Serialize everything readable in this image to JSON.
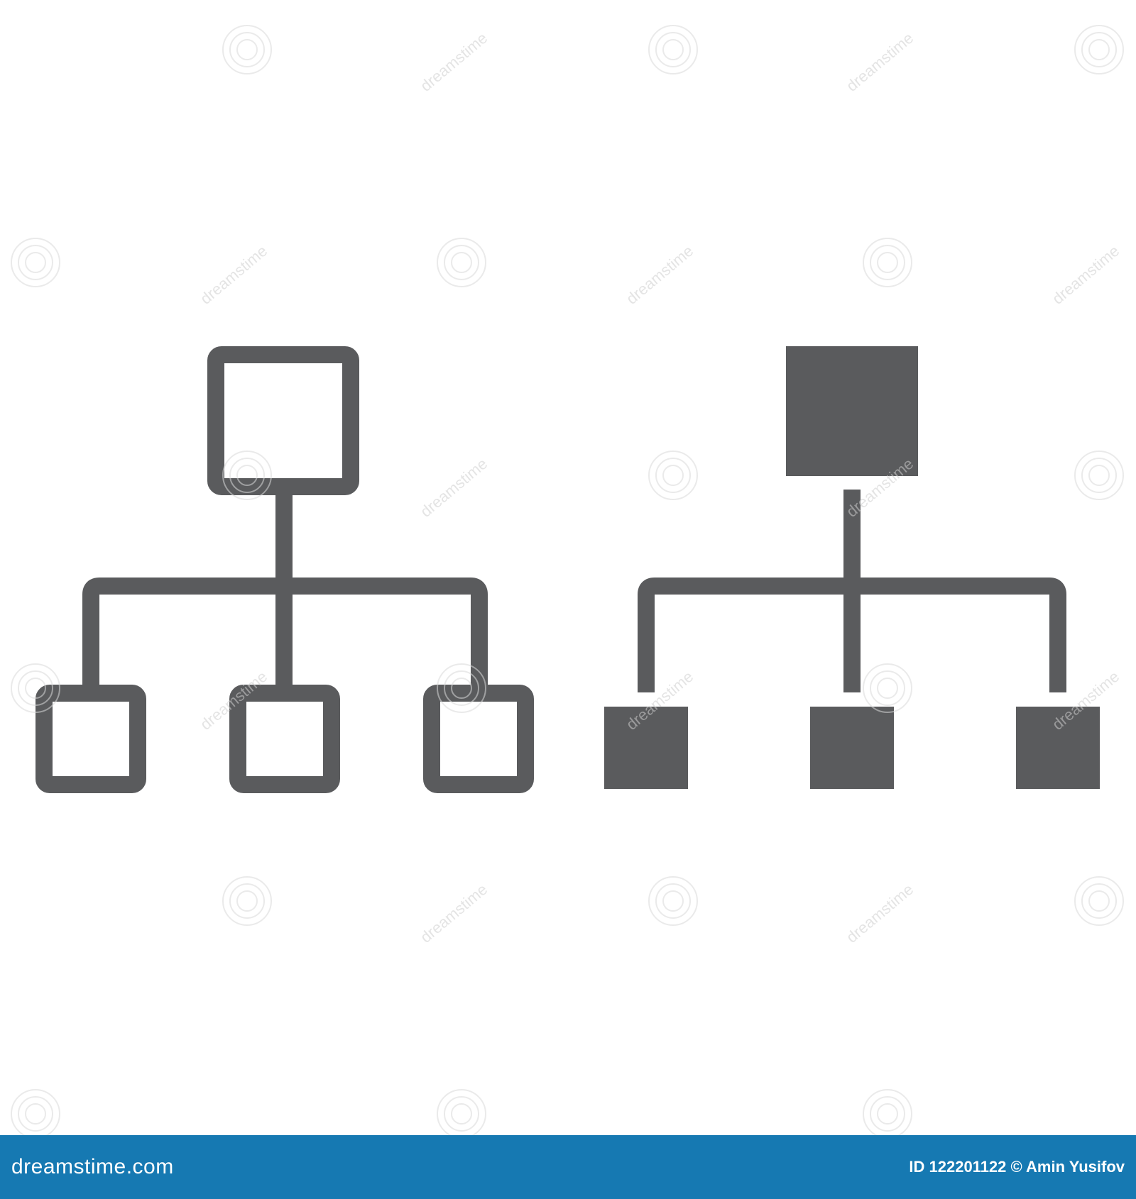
{
  "colors": {
    "icon": "#5a5b5d",
    "background": "#ffffff",
    "footer_background": "#1679b2",
    "footer_text": "#ffffff"
  },
  "icons": {
    "left": "sitemap-line-icon",
    "right": "sitemap-glyph-icon"
  },
  "watermark": {
    "text": "dreamstime"
  },
  "footer": {
    "logo_text": "dreamstime.com",
    "credit_text": "ID 122201122 © Amin Yusifov"
  }
}
